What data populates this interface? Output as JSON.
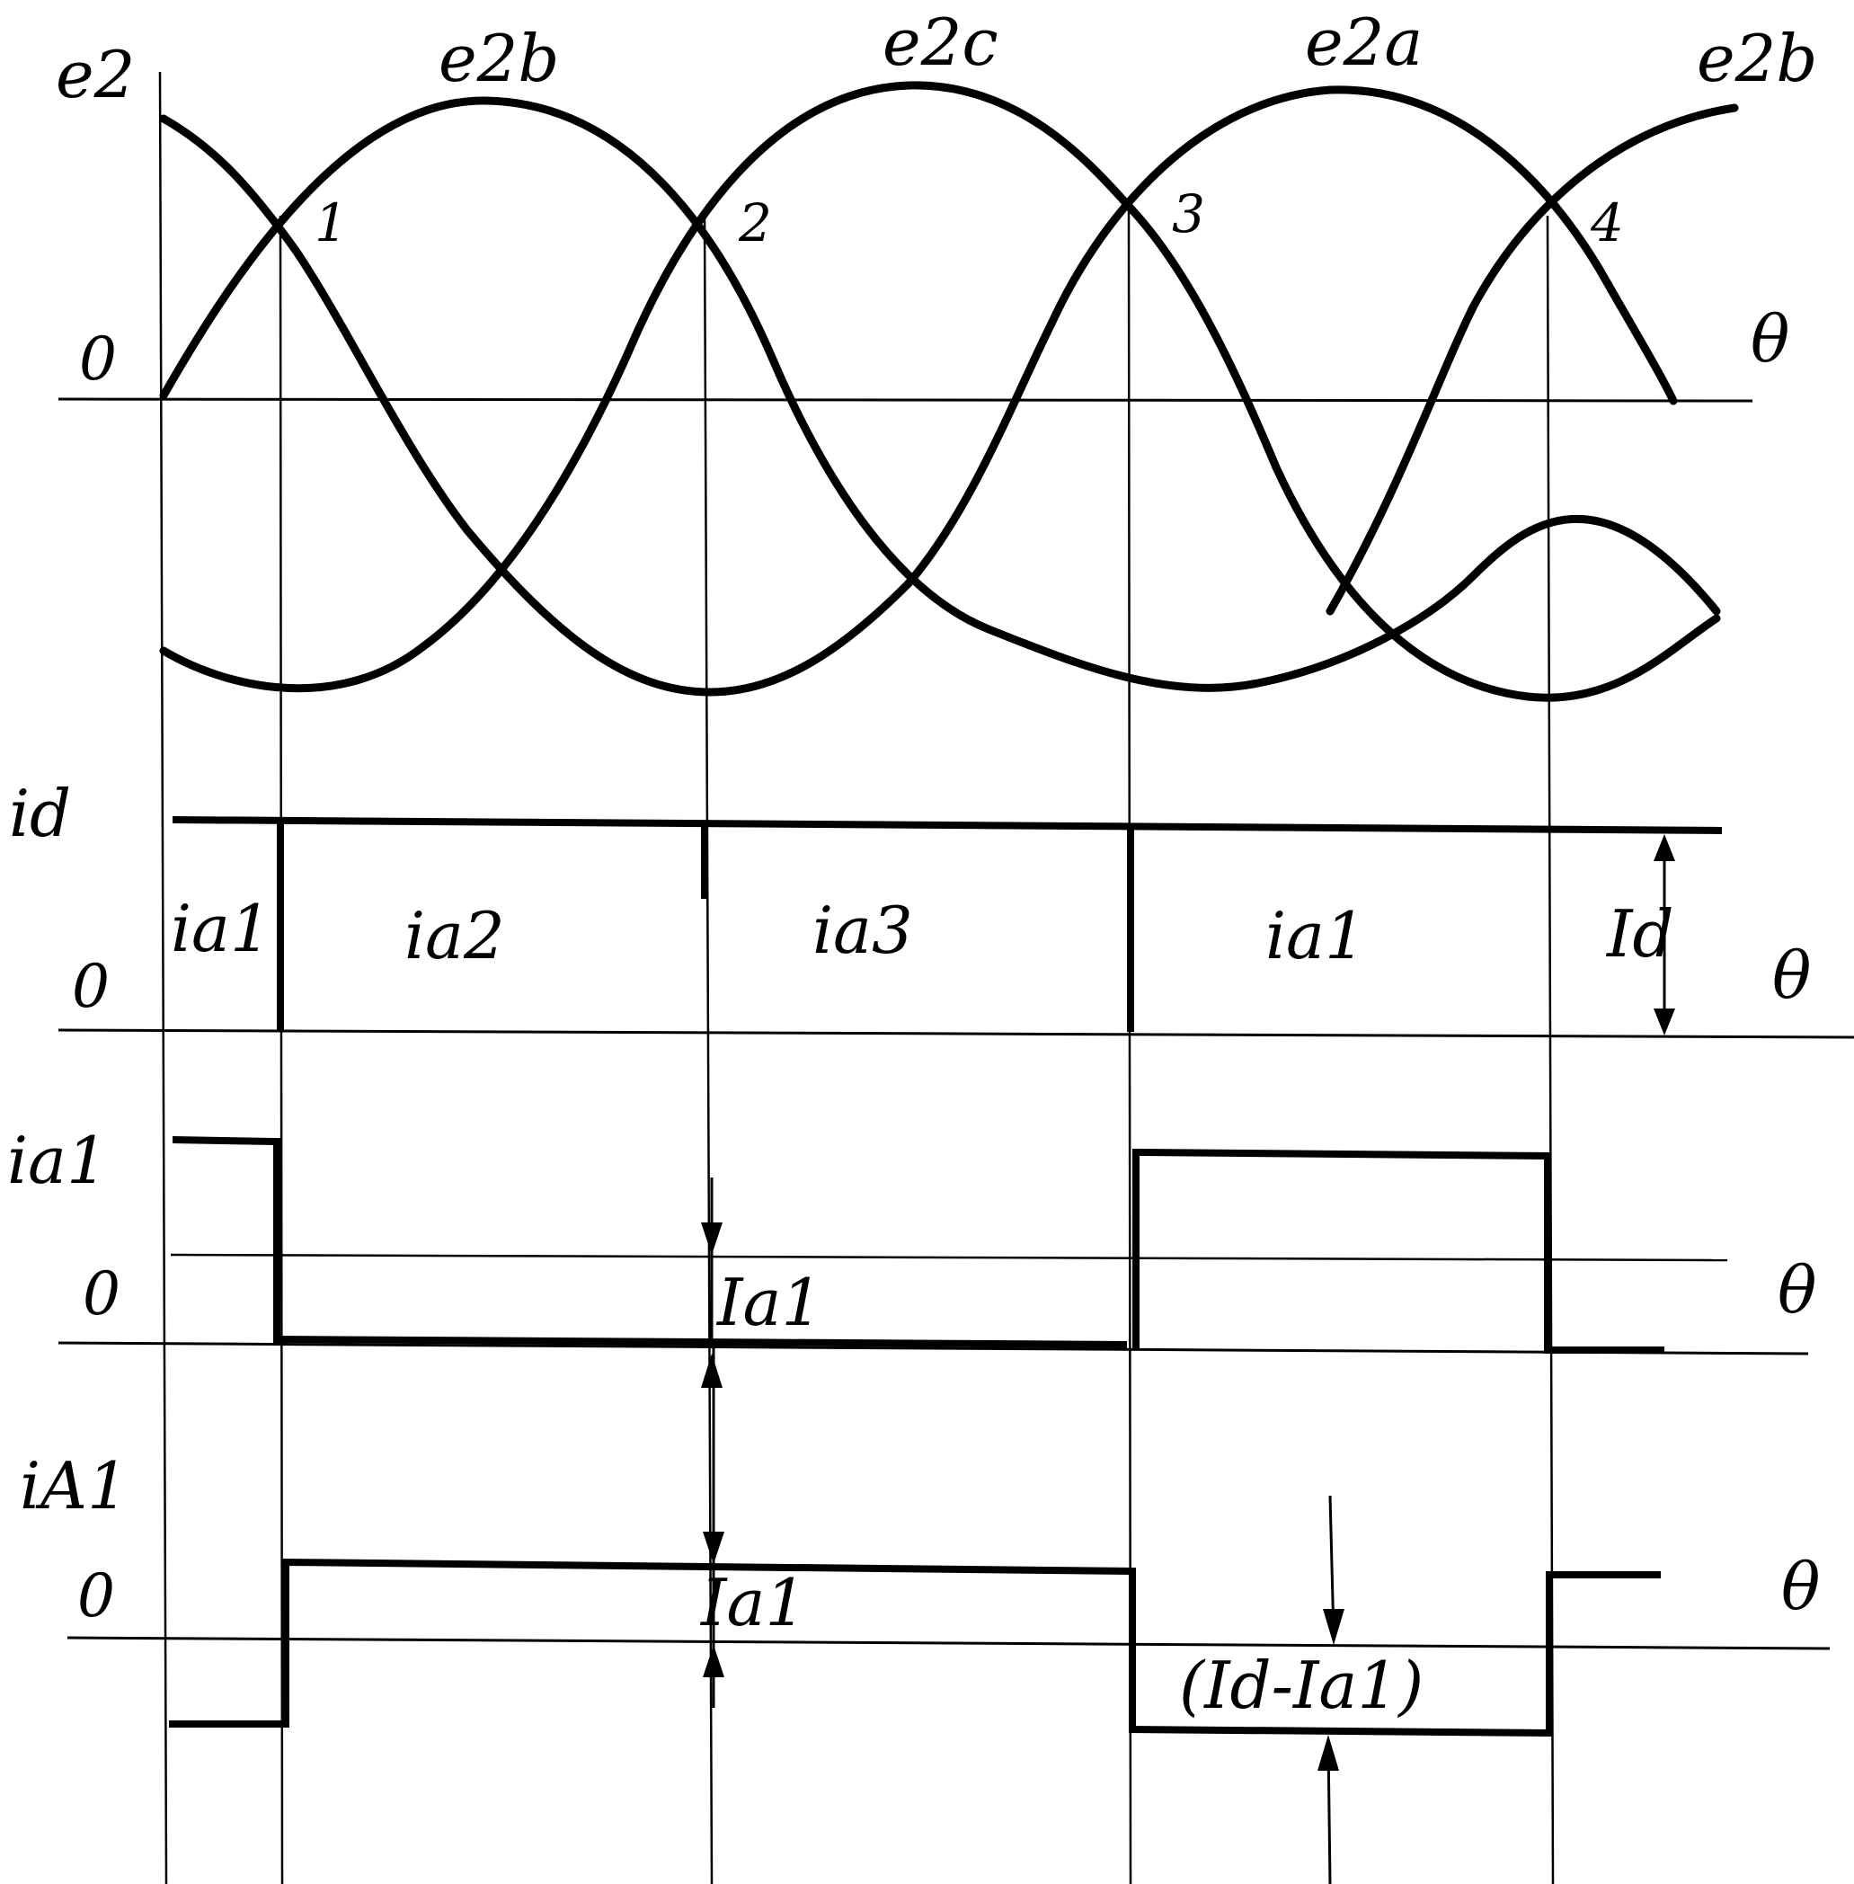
{
  "sections": {
    "voltage": {
      "y_label": "e2",
      "origin_label": "0",
      "theta_label": "θ",
      "curve_labels": [
        "e2b",
        "e2c",
        "e2a",
        "e2b"
      ],
      "points": [
        "1",
        "2",
        "3",
        "4"
      ]
    },
    "load_current": {
      "y_label": "id",
      "origin_label": "0",
      "theta_label": "θ",
      "interval_labels": [
        "ia1",
        "ia2",
        "ia3",
        "ia1"
      ],
      "magnitude_label": "Id"
    },
    "anode_current": {
      "y_label": "ia1",
      "origin_label": "0",
      "theta_label": "θ",
      "magnitude_label": "Ia1"
    },
    "primary_current": {
      "y_label": "iA1",
      "origin_label": "0",
      "theta_label": "θ",
      "magnitude_label": "Ia1",
      "difference_label": "(Id-Ia1)"
    }
  }
}
